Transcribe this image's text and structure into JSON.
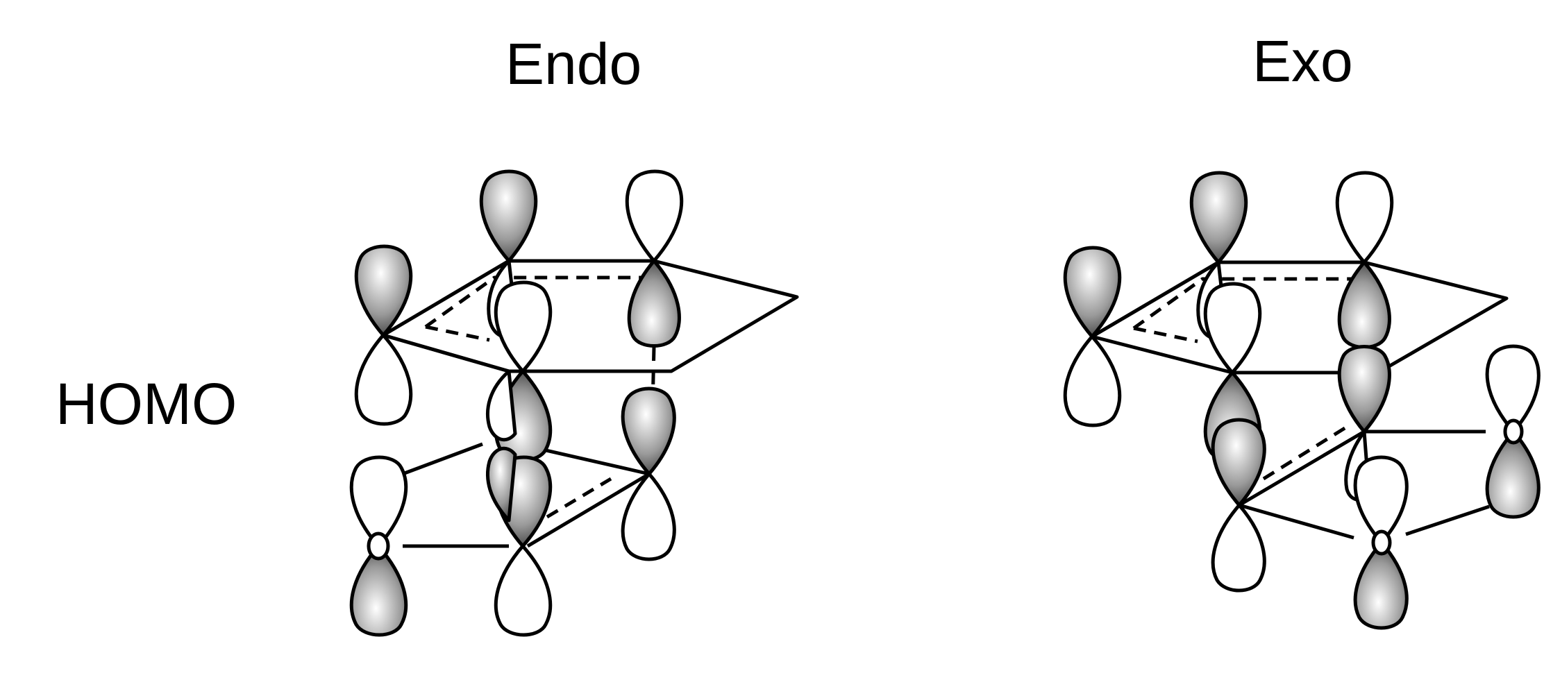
{
  "titles": {
    "endo": "Endo",
    "exo": "Exo"
  },
  "row_label": "HOMO",
  "colors": {
    "line": "#000000",
    "lobe_shaded_dark": "#2a2a2a",
    "lobe_shaded_light": "#ffffff",
    "lobe_empty": "#ffffff"
  }
}
